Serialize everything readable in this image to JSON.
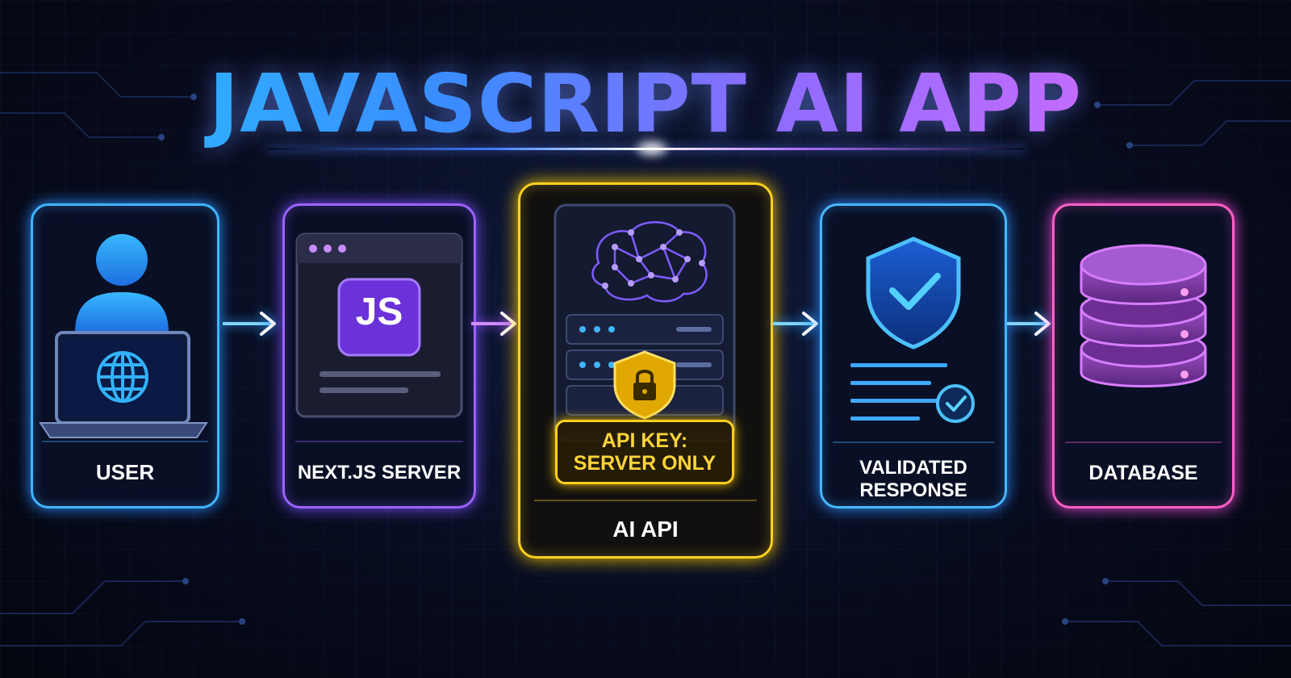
{
  "title": "JAVASCRIPT AI APP",
  "nodes": [
    {
      "id": "user",
      "label": "USER",
      "icon": "user-laptop-globe-icon",
      "color": "#3fb6ff"
    },
    {
      "id": "next",
      "label": "NEXT.JS SERVER",
      "icon": "browser-window-js-icon",
      "badge": "JS",
      "color": "#9a63ff"
    },
    {
      "id": "ai",
      "label": "AI API",
      "icon": "brain-server-lock-icon",
      "note_line1": "API KEY:",
      "note_line2": "SERVER ONLY",
      "color": "#ffd21e"
    },
    {
      "id": "val",
      "label_line1": "VALIDATED",
      "label_line2": "RESPONSE",
      "icon": "shield-check-document-icon",
      "color": "#47b8ff"
    },
    {
      "id": "db",
      "label": "DATABASE",
      "icon": "database-cylinder-icon",
      "color": "#ff5fc8"
    }
  ],
  "edges": [
    {
      "from": "user",
      "to": "next"
    },
    {
      "from": "next",
      "to": "ai"
    },
    {
      "from": "ai",
      "to": "val"
    },
    {
      "from": "val",
      "to": "db"
    }
  ]
}
